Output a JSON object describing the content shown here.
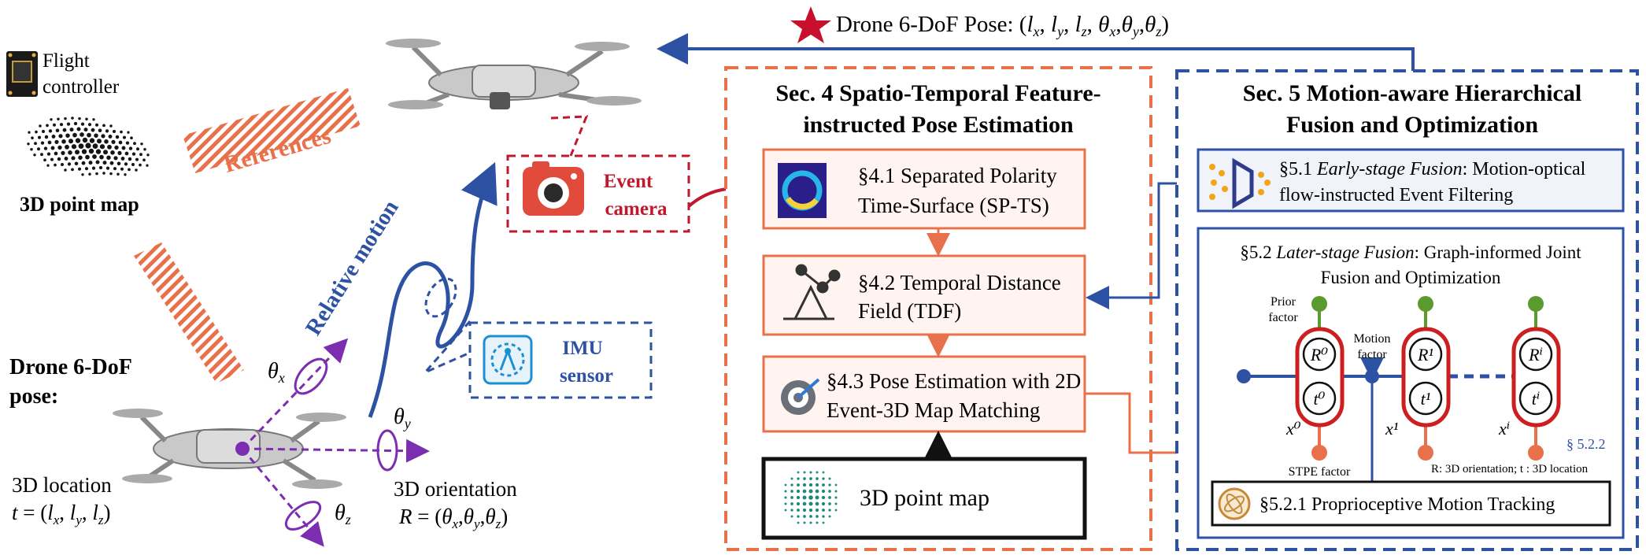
{
  "top": {
    "pose_label": "Drone 6-DoF Pose: (l",
    "pose_text": "Drone 6-DoF Pose: (lx, ly, lz, θx,θy,θz)"
  },
  "left": {
    "flight_controller_line1": "Flight",
    "flight_controller_line2": "controller",
    "point_map_label": "3D point map",
    "references_label": "References",
    "relative_motion_label": "Relative motion",
    "event_camera_line1": "Event",
    "event_camera_line2": "camera",
    "imu_line1": "IMU",
    "imu_line2": "sensor",
    "pose_line1": "Drone 6-DoF",
    "pose_line2": "pose:",
    "location_line1": "3D location",
    "location_line2": "t = (lx, ly, lz)",
    "orientation_line1": "3D orientation",
    "orientation_line2": "R = (θx,θy,θz)",
    "theta_x": "θx",
    "theta_y": "θy",
    "theta_z": "θz"
  },
  "sec4": {
    "title_line1": "Sec. 4 Spatio-Temporal Feature-",
    "title_line2": "instructed Pose Estimation",
    "box1_line1": "§4.1 Separated Polarity",
    "box1_line2": "Time-Surface (SP-TS)",
    "box2_line1": "§4.2 Temporal Distance",
    "box2_line2": "Field (TDF)",
    "box3_line1": "§4.3 Pose Estimation with 2D",
    "box3_line2": "Event-3D Map Matching",
    "box4": "3D point map"
  },
  "sec5": {
    "title_line1": "Sec. 5 Motion-aware Hierarchical",
    "title_line2": "Fusion and Optimization",
    "s51_prefix": "§5.1 ",
    "s51_italic": "Early-stage Fusion",
    "s51_rest": ": Motion-optical",
    "s51_line2": "flow-instructed Event Filtering",
    "s52_prefix": "§5.2 ",
    "s52_italic": "Later-stage Fusion",
    "s52_rest": ": Graph-informed Joint",
    "s52_line2": "Fusion and Optimization",
    "prior_factor_line1": "Prior",
    "prior_factor_line2": "factor",
    "motion_factor_line1": "Motion",
    "motion_factor_line2": "factor",
    "stpe_factor": "STPE factor",
    "node0_R": "R⁰",
    "node0_t": "t⁰",
    "node1_R": "R¹",
    "node1_t": "t¹",
    "nodei_R": "Rⁱ",
    "nodei_t": "tⁱ",
    "x0": "x⁰",
    "x1": "x¹",
    "xi": "xⁱ",
    "ref_552": "§ 5.2.2",
    "legend": "R: 3D orientation; t : 3D location",
    "s521": "§5.2.1 Proprioceptive Motion Tracking"
  },
  "colors": {
    "orange": "#e8704a",
    "blue": "#2e52a3",
    "red": "#c0182d",
    "purple": "#7b2fb0",
    "green": "#5a9a2e",
    "node_red": "#cc1f1f"
  }
}
